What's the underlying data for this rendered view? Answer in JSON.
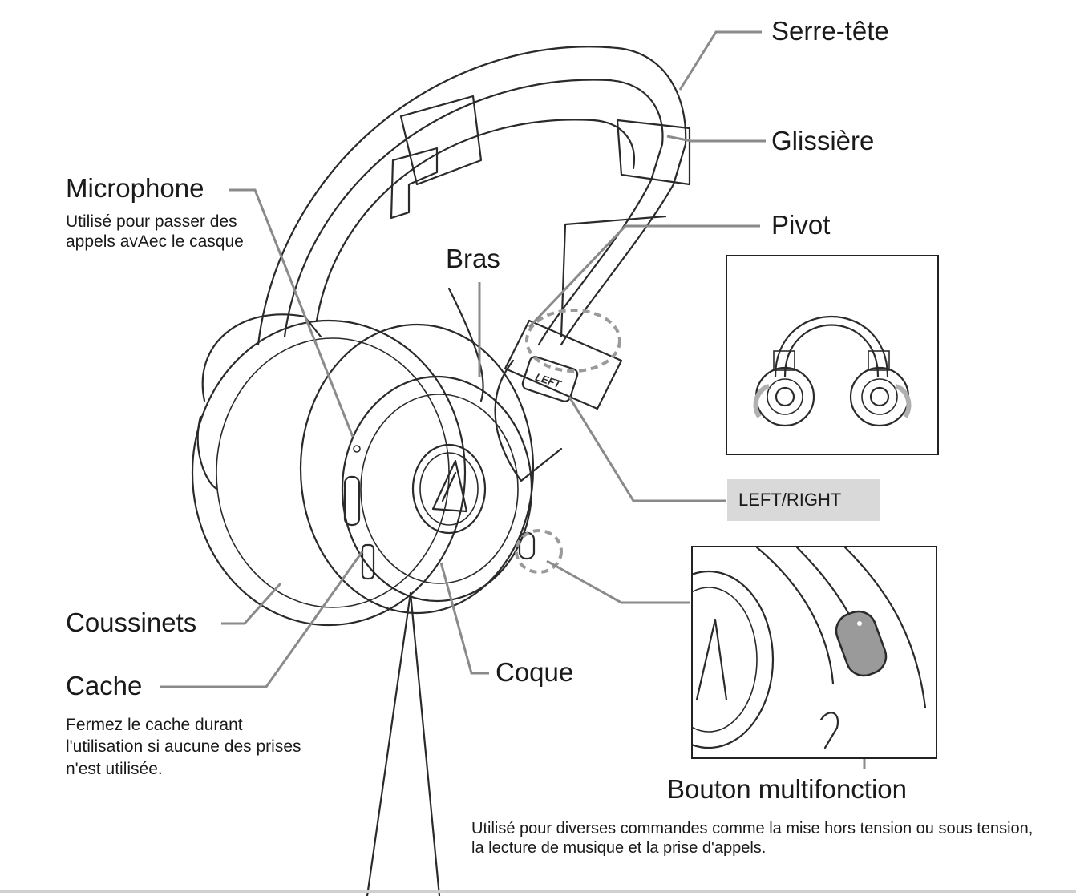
{
  "labels": {
    "serre_tete": "Serre-tête",
    "glissiere": "Glissière",
    "microphone": "Microphone",
    "microphone_desc": "Utilisé pour passer des appels avAec le casque",
    "pivot": "Pivot",
    "bras": "Bras",
    "left_right": "LEFT/RIGHT",
    "coussinets": "Coussinets",
    "cache": "Cache",
    "cache_desc": "Fermez le cache durant l'utilisation si aucune des prises n'est utilisée.",
    "coque": "Coque",
    "bouton": "Bouton multifonction",
    "bouton_desc": "Utilisé pour diverses commandes comme la mise hors tension ou sous tension, la lecture de musique et la prise d'appels.",
    "left_marking": "LEFT"
  },
  "colors": {
    "leader_line": "#8a8a8a",
    "tag_background": "#d9d9d9"
  },
  "icons": [
    "headphones-illustration",
    "audio-technica-logo",
    "pivot-inset-illustration",
    "multifunction-button-inset-illustration"
  ]
}
